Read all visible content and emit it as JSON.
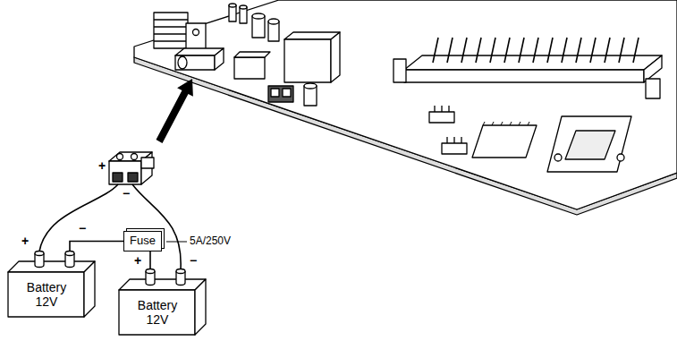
{
  "diagram": {
    "nodes": [
      {
        "text": [
          "Battery 12V"
        ]
      },
      {
        "text": [
          "Fuse"
        ]
      },
      {
        "text": [
          "Battery 12V"
        ]
      }
    ],
    "edges": [
      {
        "from": 0,
        "to": 1,
        "arrow": "none"
      },
      {
        "from": 1,
        "to": 2,
        "arrow": "none"
      }
    ],
    "labels": [
      "+",
      "−",
      "+",
      "−",
      "5A/250V",
      "+",
      "−"
    ]
  }
}
